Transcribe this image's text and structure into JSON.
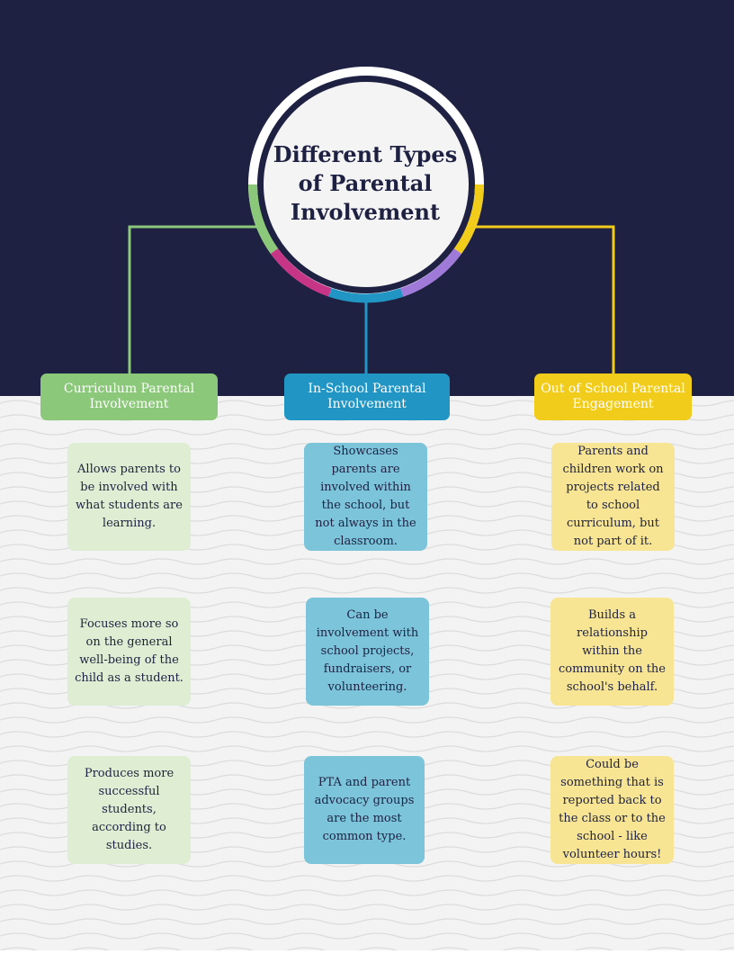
{
  "title": "Different Types of Parental Involvement",
  "colors": {
    "navy": "#1e2142",
    "green": "#8bc87a",
    "blue": "#2196c4",
    "yellow": "#f2cc1b",
    "magenta": "#c73586",
    "purple": "#9f7ad9",
    "green_card": "#dfeed2",
    "blue_card": "#7cc4da",
    "yellow_card": "#f7e594"
  },
  "columns": [
    {
      "header": "Curriculum Parental Involvement",
      "cards": [
        "Allows parents to be involved with what students are learning.",
        "Focuses more so on the general well-being of the child as a student.",
        "Produces more successful students, according to studies."
      ]
    },
    {
      "header": "In-School Parental Involvement",
      "cards": [
        "Showcases parents are involved within the school, but not always in the classroom.",
        "Can be involvement with school projects, fundraisers, or volunteering.",
        "PTA and parent advocacy groups are the most common type."
      ]
    },
    {
      "header": "Out of School Parental Engagement",
      "cards": [
        "Parents and children work on projects related to school curriculum, but not part of it.",
        "Builds a relationship within the community on the school's behalf.",
        "Could be something that is reported back to the class or to the school - like volunteer hours!"
      ]
    }
  ]
}
